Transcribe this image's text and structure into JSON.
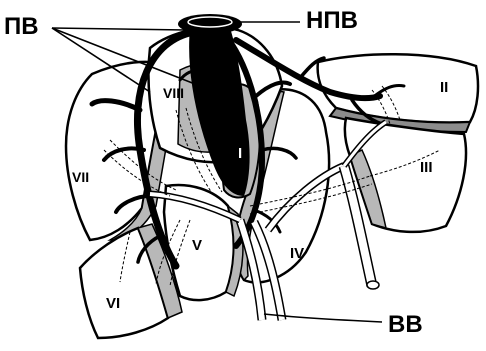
{
  "callouts": {
    "pv": "ПВ",
    "npv": "НПВ",
    "vv": "ВВ"
  },
  "segments": {
    "s1": "I",
    "s2": "II",
    "s3": "III",
    "s4": "IV",
    "s5": "V",
    "s6": "VI",
    "s7": "VII",
    "s8": "VIII"
  },
  "colors": {
    "outline": "#000000",
    "fill_light": "#ffffff",
    "fill_gray": "#b8b8b8",
    "fill_dark_gray": "#8c8c8c",
    "vein_black": "#000000"
  }
}
